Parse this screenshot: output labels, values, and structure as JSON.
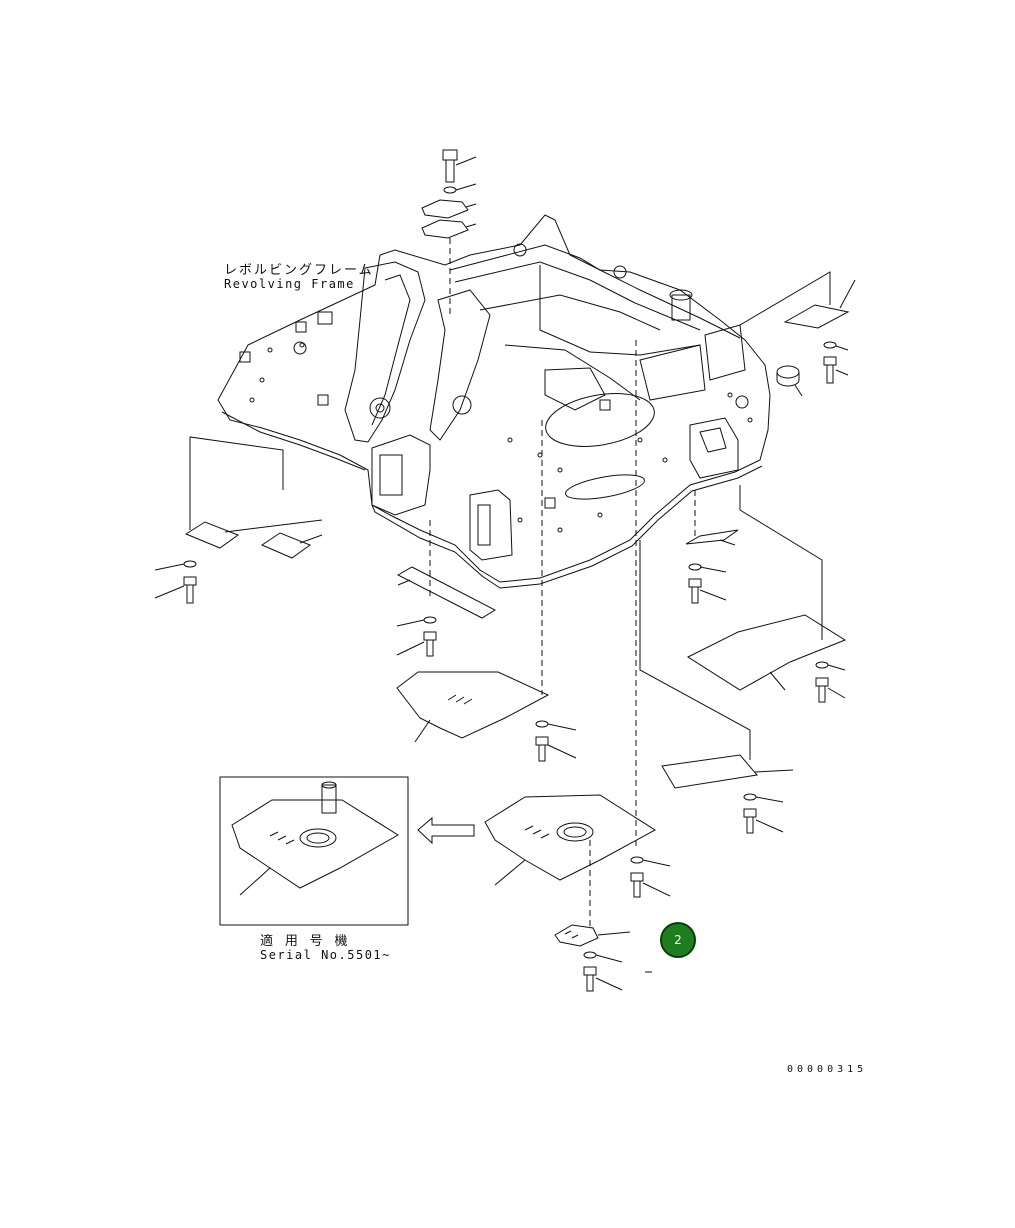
{
  "labels": {
    "frame_jp": "レボルビングフレーム",
    "frame_en": "Revolving Frame",
    "applicable_jp": "適 用 号 機",
    "serial": "Serial No.5501~",
    "drawing_code": "00000315"
  },
  "marker": {
    "number": "2",
    "color": "#1e7d1e"
  },
  "icons": {
    "arrow": "left-arrow-icon"
  }
}
